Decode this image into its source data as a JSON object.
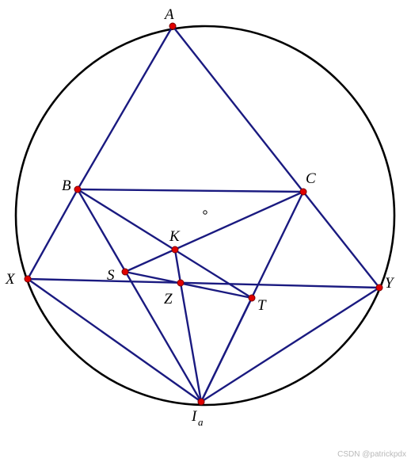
{
  "colors": {
    "circle": "#000000",
    "segments": "#1a1a80",
    "points": "#e00000",
    "point_outline": "#7a0000",
    "center": "#000000"
  },
  "labels": {
    "A": "A",
    "B": "B",
    "C": "C",
    "K": "K",
    "S": "S",
    "X": "X",
    "Y": "Y",
    "Z": "Z",
    "T": "T",
    "Ia_main": "I",
    "Ia_sub": "a"
  },
  "watermark": "CSDN @patrickpdx"
}
